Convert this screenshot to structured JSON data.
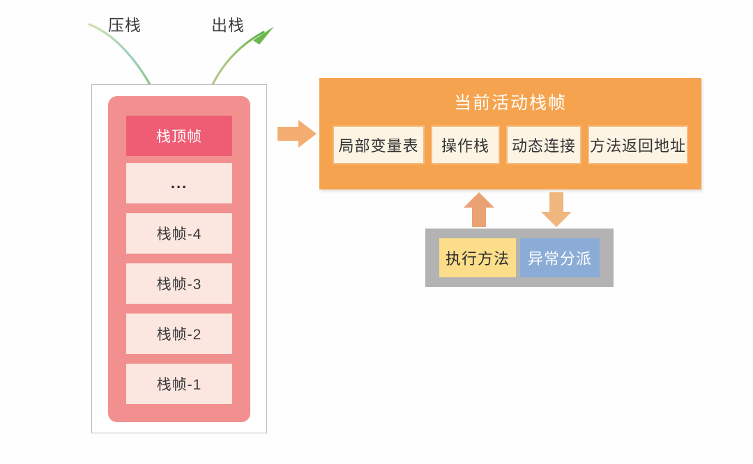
{
  "diagram": {
    "title_hidden": "",
    "arrows": {
      "push_label": "压栈",
      "pop_label": "出栈",
      "push_icon": "curved-arrow-down-icon",
      "pop_icon": "curved-arrow-up-icon",
      "right_icon": "arrow-right-icon",
      "up_icon": "arrow-up-icon",
      "down_icon": "arrow-down-icon"
    },
    "stack": {
      "frames": [
        {
          "label": "栈顶帧",
          "highlight": true
        },
        {
          "label": "...",
          "highlight": false
        },
        {
          "label": "栈帧-4",
          "highlight": false
        },
        {
          "label": "栈帧-3",
          "highlight": false
        },
        {
          "label": "栈帧-2",
          "highlight": false
        },
        {
          "label": "栈帧-1",
          "highlight": false
        }
      ]
    },
    "active_frame": {
      "title": "当前活动栈帧",
      "slots": [
        {
          "label": "局部变量表"
        },
        {
          "label": "操作栈"
        },
        {
          "label": "动态连接"
        },
        {
          "label": "方法返回地址"
        }
      ]
    },
    "execution": {
      "chips": [
        {
          "label": "执行方法"
        },
        {
          "label": "异常分派"
        }
      ]
    }
  },
  "colors": {
    "stack_body": "#f2908f",
    "top_frame": "#ef5d74",
    "frame": "#fbe6e0",
    "panel_orange": "#f5a34f",
    "slot_bg": "#fdf4e4",
    "slot_border": "#f7bb7c",
    "exec_gray": "#b3b3b3",
    "chip_yellow": "#fbdd8a",
    "chip_blue": "#8bacd6",
    "curve_green": "#7dbf5e"
  }
}
